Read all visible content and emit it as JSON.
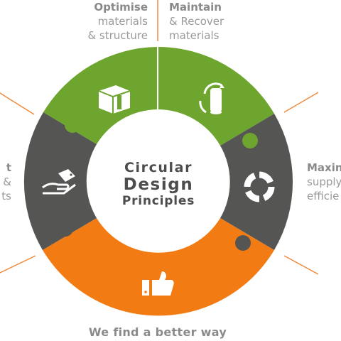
{
  "center": {
    "line1": "Circular",
    "line2": "Design",
    "line3": "Principles"
  },
  "labels": {
    "optimise": {
      "title": "Optimise",
      "line1": "materials",
      "line2": "& structure"
    },
    "maintain": {
      "title": "Maintain",
      "line1": "& Recover",
      "line2": "materials"
    },
    "left_cut": {
      "title": "t",
      "line1": "&",
      "line2": "ts"
    },
    "maximise_cut": {
      "title": "Maxin",
      "line1": "supply",
      "line2": "efficie"
    }
  },
  "footer": "We find a better way",
  "colors": {
    "green": "#6ea52e",
    "gray": "#555554",
    "orange": "#f27b13",
    "connector": "#f08a3c",
    "text": "#8a8a8a"
  },
  "icons": [
    "box-tape-icon",
    "recycle-roll-icon",
    "lifebuoy-icon",
    "thumbs-up-icon",
    "hand-tag-icon"
  ]
}
